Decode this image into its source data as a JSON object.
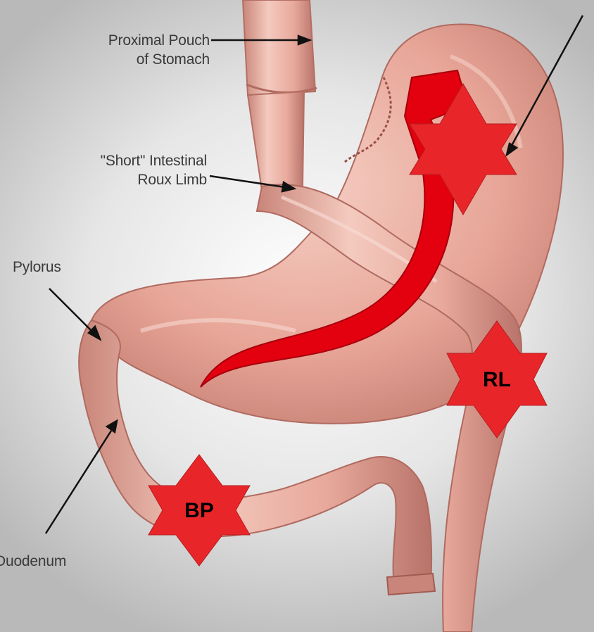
{
  "labels": {
    "proximal_pouch": {
      "line1": "Proximal Pouch",
      "line2": "of Stomach"
    },
    "roux_limb": {
      "line1": "\"Short\" Intestinal",
      "line2": "Roux Limb"
    },
    "pylorus": "Pylorus",
    "duodenum": "Duodenum"
  },
  "stars": {
    "rl": "RL",
    "bp": "BP"
  },
  "colors": {
    "tissue": "#e7a89c",
    "tissue_light": "#f3c6bc",
    "tissue_dark": "#c27d72",
    "arrow_red": "#e3000f",
    "star_red": "#e8262a"
  }
}
